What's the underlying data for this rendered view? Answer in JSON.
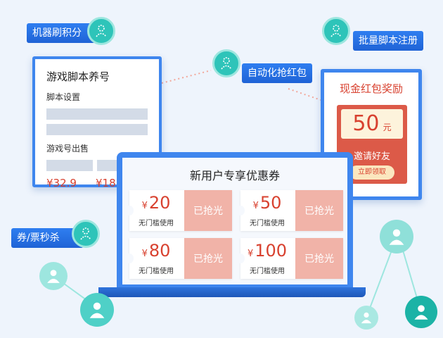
{
  "tags": {
    "machine_points": "机器刷积分",
    "batch_register": "批量脚本注册",
    "auto_red_packet": "自动化抢红包",
    "ticket_flash": "券/票秒杀"
  },
  "left_card": {
    "title": "游戏脚本养号",
    "section1": "脚本设置",
    "section2": "游戏号出售",
    "price1": "¥32.9",
    "price2": "¥18"
  },
  "right_card": {
    "title": "现金红包奖励",
    "amount": "50",
    "unit": "元",
    "invite": "邀请好友",
    "button": "立即领取"
  },
  "laptop": {
    "title": "新用户专享优惠券",
    "currency": "¥",
    "coupons": [
      {
        "amount": "20",
        "condition": "无门槛使用",
        "status": "已抢光"
      },
      {
        "amount": "50",
        "condition": "无门槛使用",
        "status": "已抢光"
      },
      {
        "amount": "80",
        "condition": "无门槛使用",
        "status": "已抢光"
      },
      {
        "amount": "100",
        "condition": "无门槛使用",
        "status": "已抢光"
      }
    ]
  },
  "colors": {
    "accent_blue": "#3f86ee",
    "teal": "#2ec4b9",
    "red": "#d8412f",
    "sold_out": "#f1b3a8"
  }
}
